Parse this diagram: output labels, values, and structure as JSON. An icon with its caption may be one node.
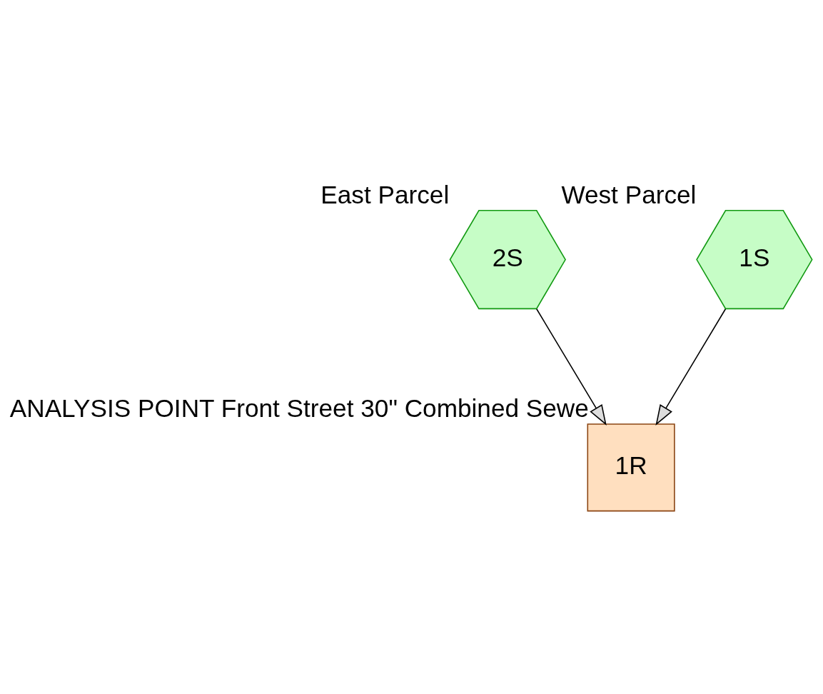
{
  "diagram": {
    "nodes": [
      {
        "text": [
          "2S"
        ],
        "beside": [
          "East Parcel"
        ]
      },
      {
        "text": [
          "1S"
        ],
        "beside": [
          "West Parcel"
        ]
      },
      {
        "text": [
          "1R"
        ],
        "beside": [
          "ANALYSIS POINT Front Street 30\" Combined Sewe"
        ]
      }
    ],
    "edges": [
      {
        "from": 1,
        "to": 2,
        "arrow": "to"
      },
      {
        "from": 0,
        "to": 2,
        "arrow": "to"
      }
    ]
  }
}
